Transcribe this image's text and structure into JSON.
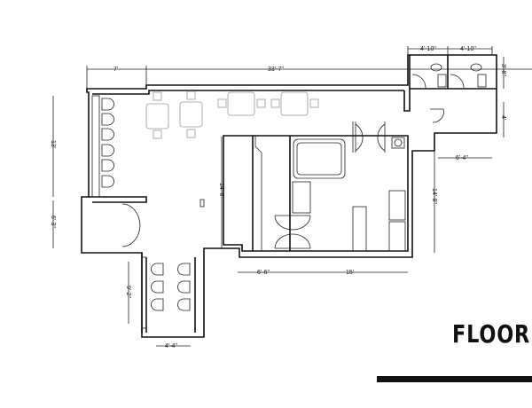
{
  "title": "FLOORPL",
  "dimensions": {
    "top_left": "7'",
    "top_main": "33'-7\"",
    "restroom_1_width": "4'-10\"",
    "restroom_2_width": "4'-10\"",
    "restroom_depth": "3'-8\"",
    "hall_depth": "4'",
    "hall_width": "6'-4\"",
    "left_wall": "13'",
    "entry": "6'-3\"",
    "kitchen_height": "14'-6\"",
    "right_height": "14'-8\"",
    "lower_alcove": "9'-2\"",
    "corridor_width": "6'-6\"",
    "kitchen_width": "15'",
    "alcove_width": "4'-4\""
  }
}
